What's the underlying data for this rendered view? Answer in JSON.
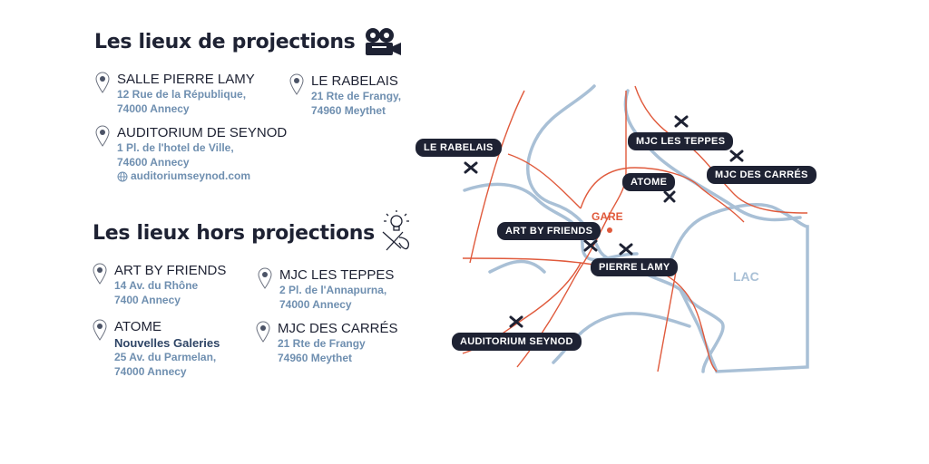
{
  "projections": {
    "title": "Les lieux de projections",
    "icon": "film-camera-icon",
    "venues": [
      {
        "name": "SALLE PIERRE LAMY",
        "lines": [
          "12 Rue de la République,",
          "74000 Annecy"
        ]
      },
      {
        "name": "LE RABELAIS",
        "lines": [
          "21 Rte de Frangy,",
          "74960 Meythet"
        ]
      },
      {
        "name": "AUDITORIUM DE SEYNOD",
        "lines": [
          "1 Pl. de l'hotel de Ville,",
          "74600 Annecy"
        ],
        "website": "auditoriumseynod.com"
      }
    ]
  },
  "hors": {
    "title": "Les lieux hors projections",
    "icon": "lightbulb-tools-icon",
    "venues": [
      {
        "name": "ART BY FRIENDS",
        "lines": [
          "14 Av. du Rhône",
          "7400 Annecy"
        ]
      },
      {
        "name": "MJC LES TEPPES",
        "lines": [
          "2 Pl. de l'Annapurna,",
          "74000 Annecy"
        ]
      },
      {
        "name": "ATOME",
        "subtitle": "Nouvelles Galeries",
        "lines": [
          "25 Av. du Parmelan,",
          "74000 Annecy"
        ]
      },
      {
        "name": "MJC DES CARRÉS",
        "lines": [
          "21 Rte de Frangy",
          "74960 Meythet"
        ]
      }
    ]
  },
  "map": {
    "labels": {
      "rabelais": "LE RABELAIS",
      "teppes": "MJC LES TEPPES",
      "carres": "MJC DES CARRÉS",
      "atome": "ATOME",
      "artbyfriends": "ART BY FRIENDS",
      "pierrelamy": "PIERRE LAMY",
      "auditorium": "AUDITORIUM SEYNOD",
      "gare": "GARE",
      "lac": "LAC"
    }
  },
  "colors": {
    "navy": "#1e2233",
    "address": "#6f8fb0",
    "road": "#e05a3c",
    "water": "#a9c0d6"
  }
}
